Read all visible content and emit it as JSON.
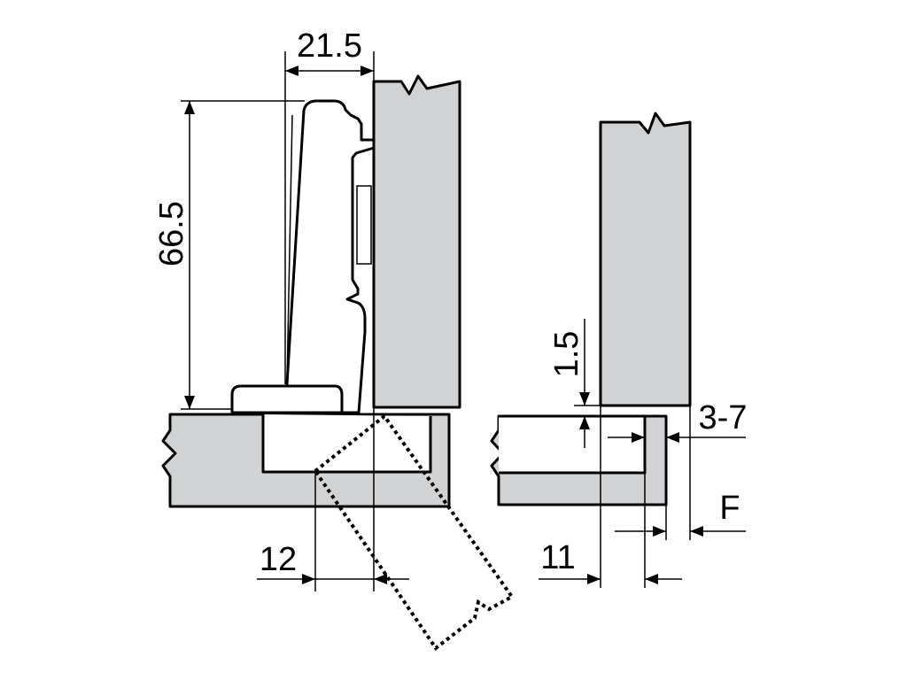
{
  "colors": {
    "panel": "#d0d2d4",
    "line": "#000000",
    "background": "#ffffff"
  },
  "left_view": {
    "dim_width": "21.5",
    "dim_height": "66.5",
    "dim_offset": "12"
  },
  "right_view": {
    "dim_gap": "1.5",
    "dim_overlay": "3-7",
    "dim_f": "F",
    "dim_offset": "11"
  }
}
